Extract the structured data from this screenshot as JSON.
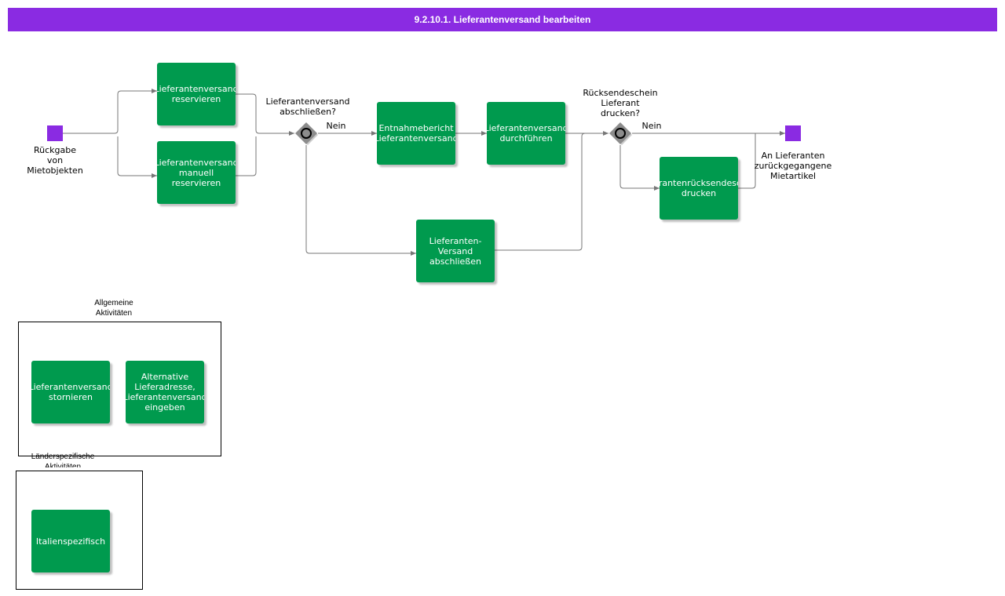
{
  "title": "9.2.10.1. Lieferantenversand bearbeiten",
  "colors": {
    "title_bar": "#8a2be2",
    "task": "#009a4e",
    "event": "#8a2be2",
    "gateway": "#8c8c8c",
    "connector": "#777777"
  },
  "events": {
    "start": {
      "label": "Rückgabe\nvon\nMietobjekten"
    },
    "end": {
      "label": "An Lieferanten\nzurückgegangene\nMietartikel"
    }
  },
  "gateways": {
    "g1": {
      "question": "Lieferantenversand\nabschließen?",
      "branch": "Nein"
    },
    "g2": {
      "question": "Rücksendeschein\nLieferant\ndrucken?",
      "branch": "Nein"
    }
  },
  "tasks": {
    "reserve": "Lieferantenversand\nreservieren",
    "reserve_manual": "Lieferantenversand\nmanuell\nreservieren",
    "entnahmebericht": "Entnahmebericht\nLieferantenversand",
    "durchfuehren": "Lieferantenversand\ndurchführen",
    "abschliessen": "Lieferanten-\nVersand\nabschließen",
    "ruecksendeschein": "Lieferantenrücksendeschein\ndrucken"
  },
  "groups": {
    "general": {
      "label": "Allgemeine\nAktivitäten",
      "tasks": {
        "stornieren": "Lieferantenversand\nstornieren",
        "alt_adresse": "Alternative\nLieferadresse,\nLieferantenversand\neingeben"
      }
    },
    "country": {
      "label": "Länderspezifische\nAktivitäten",
      "tasks": {
        "italien": "Italienspezifisch"
      }
    }
  }
}
